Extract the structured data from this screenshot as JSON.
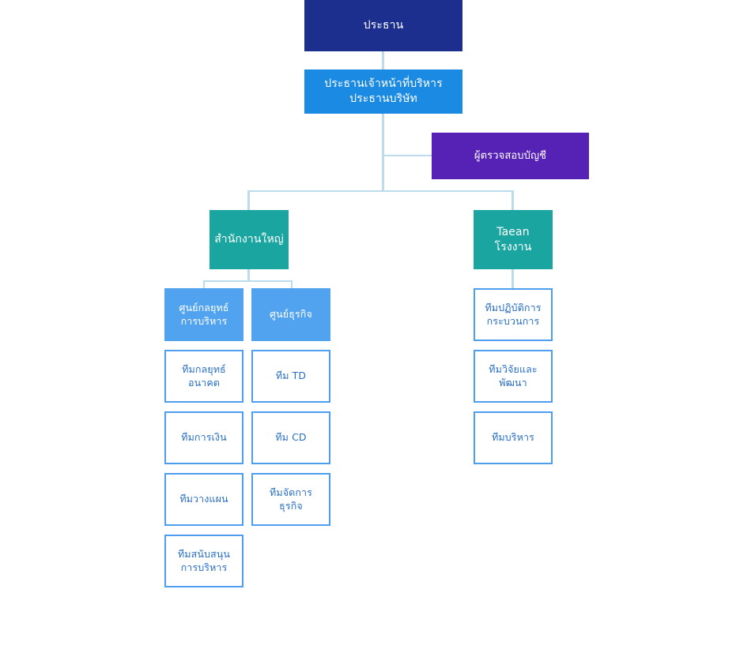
{
  "chart": {
    "type": "org-chart",
    "title": "",
    "palette": {
      "navy": "#1c2f8f",
      "blue": "#1b8ae2",
      "purple": "#5522b5",
      "teal": "#1aa5a0",
      "light_blue": "#52a3ef",
      "outline_border": "#4d9df0",
      "outline_text": "#2a6fc4",
      "connector": "#bcdcec",
      "background": "#ffffff"
    },
    "nodes": {
      "chairman": {
        "label": "ประธาน",
        "style": "navy"
      },
      "ceo": {
        "label": "ประธานเจ้าหน้าที่บริหาร\nประธานบริษัท",
        "style": "blue"
      },
      "auditor": {
        "label": "ผู้ตรวจสอบบัญชี",
        "style": "purple"
      },
      "head_office": {
        "label": "สำนักงานใหญ่",
        "style": "teal"
      },
      "taean_factory": {
        "label": "Taean โรงงาน",
        "style": "teal"
      },
      "center_strategy": {
        "label": "ศูนย์กลยุทธ์\nการบริหาร",
        "style": "light_blue"
      },
      "center_business": {
        "label": "ศูนย์ธุรกิจ",
        "style": "light_blue"
      }
    },
    "strategy_teams": [
      {
        "label": "ทีมกลยุทธ์\nอนาคต"
      },
      {
        "label": "ทีมการเงิน"
      },
      {
        "label": "ทีมวางแผน"
      },
      {
        "label": "ทีมสนับสนุน\nการบริหาร"
      }
    ],
    "business_teams": [
      {
        "label": "ทีม TD"
      },
      {
        "label": "ทีม CD"
      },
      {
        "label": "ทีมจัดการ\nธุรกิจ"
      }
    ],
    "factory_teams": [
      {
        "label": "ทีมปฏิบัติการ\nกระบวนการ"
      },
      {
        "label": "ทีมวิจัยและ\nพัฒนา"
      },
      {
        "label": "ทีมบริหาร"
      }
    ]
  }
}
